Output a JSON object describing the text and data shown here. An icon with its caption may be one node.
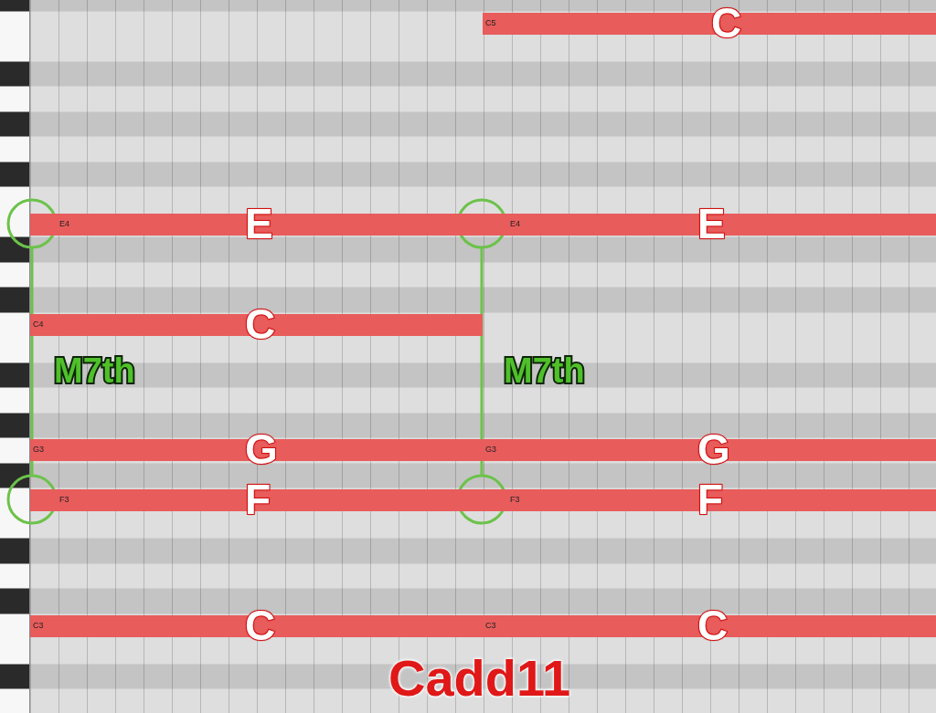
{
  "diagram": {
    "caption": "Cadd11",
    "nodes": [
      {
        "text": [
          "C5",
          "C"
        ]
      },
      {
        "text": [
          "E4",
          "E"
        ]
      },
      {
        "text": [
          "E4",
          "E"
        ]
      },
      {
        "text": [
          "C4",
          "C"
        ]
      },
      {
        "text": [
          "G3",
          "G"
        ]
      },
      {
        "text": [
          "G3",
          "G"
        ]
      },
      {
        "text": [
          "F3",
          "F"
        ]
      },
      {
        "text": [
          "F3",
          "F"
        ]
      },
      {
        "text": [
          "C3",
          "C"
        ]
      },
      {
        "text": [
          "C3",
          "C"
        ]
      },
      {
        "text": [],
        "shape": "circle"
      },
      {
        "text": [],
        "shape": "circle"
      },
      {
        "text": [],
        "shape": "circle"
      },
      {
        "text": [],
        "shape": "circle"
      }
    ],
    "edges": [
      {
        "from": 10,
        "to": 12,
        "arrow": "none",
        "label": "M7th"
      },
      {
        "from": 11,
        "to": 13,
        "arrow": "none",
        "label": "M7th"
      }
    ]
  }
}
